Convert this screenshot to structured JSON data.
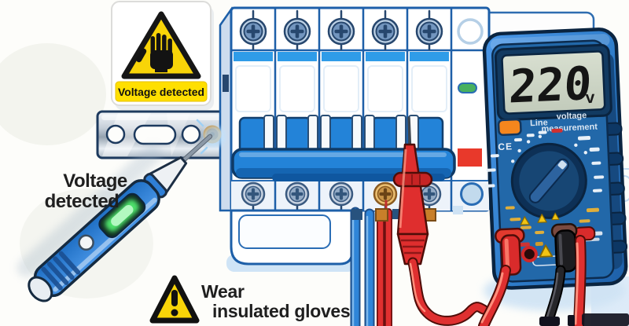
{
  "sign": {
    "label": "Voltage detected"
  },
  "caption_left": {
    "line1": "Voltage",
    "line2": "detected"
  },
  "glove_warning": {
    "line1": "Wear",
    "line2": "insulated gloves"
  },
  "multimeter": {
    "display_value": "220",
    "display_unit": "v",
    "button_label": "Line",
    "mode_line1": "voltage",
    "mode_line2": "measurement",
    "ce_mark": "CE"
  },
  "indicators": {
    "tester_light": "green-on",
    "panel_led": "green",
    "panel_flag": "red"
  },
  "colors": {
    "warning_yellow": "#f8d408",
    "banner_yellow": "#ffdf00",
    "panel_blue": "#1d5fa8",
    "breaker_blue": "#2383d8",
    "meter_blue": "#2e7cc9",
    "lcd_gray_green": "#ccd4c4",
    "probe_red": "#d92b2b",
    "tester_green": "#4ee06a",
    "wire_blue": "#2f85d8",
    "brass": "#c8882a"
  }
}
